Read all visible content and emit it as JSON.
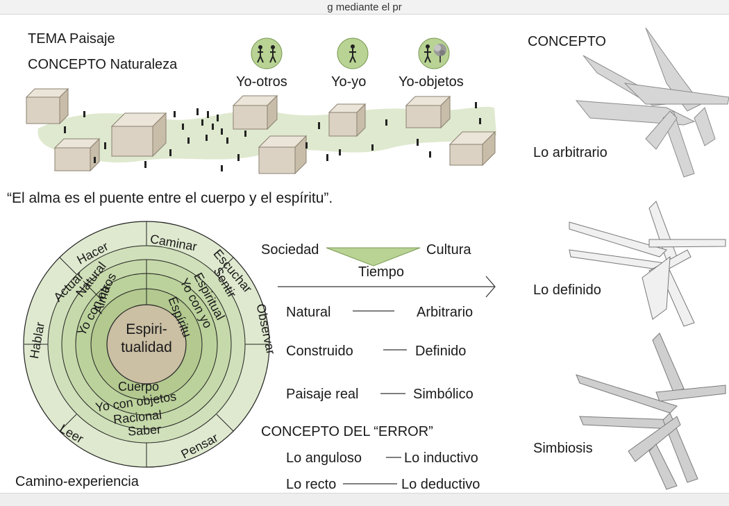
{
  "header": {
    "caption": "g mediante el pr"
  },
  "left_block": {
    "tema": "TEMA Paisaje",
    "concepto": "CONCEPTO Naturaleza",
    "icons": [
      {
        "label": "Yo-otros",
        "icon": "two-people-icon"
      },
      {
        "label": "Yo-yo",
        "icon": "single-person-icon"
      },
      {
        "label": "Yo-objetos",
        "icon": "person-with-tree-icon"
      }
    ]
  },
  "quote": "“El alma es el puente entre el cuerpo y el espíritu”.",
  "wheel": {
    "center_line1": "Espiri-",
    "center_line2": "tualidad",
    "ring1": [
      "Alma",
      "Espíritu",
      "Cuerpo"
    ],
    "ring2": [
      "Yo con otros",
      "Yo con yo",
      "Yo con objetos"
    ],
    "ring3": [
      "Natural",
      "Espiritual",
      "Racional"
    ],
    "ring4": [
      "Actuar",
      "Sentir",
      "Saber"
    ],
    "outer": [
      "Hablar",
      "Hacer",
      "Caminar",
      "Escuchar",
      "Observar",
      "Pensar",
      "Leer"
    ],
    "caption": "Camino-experiencia"
  },
  "middle": {
    "sociedad": "Sociedad",
    "cultura": "Cultura",
    "tiempo": "Tiempo",
    "pairs": [
      {
        "left": "Natural",
        "right": "Arbitrario"
      },
      {
        "left": "Construido",
        "right": "Definido"
      },
      {
        "left": "Paisaje real",
        "right": "Simbólico"
      }
    ],
    "error_title": "CONCEPTO DEL “ERROR”",
    "error_pairs": [
      {
        "left": "Lo anguloso",
        "right": "Lo inductivo"
      },
      {
        "left": "Lo recto",
        "right": "Lo deductivo"
      }
    ]
  },
  "right_column": {
    "title": "CONCEPTO",
    "labels": [
      "Lo arbitrario",
      "Lo definido",
      "Simbiosis"
    ]
  },
  "colors": {
    "green_light": "#dfe9cf",
    "green_mid": "#c9dbb0",
    "green_ring": "#b8cf98",
    "tan_center": "#cbbfa4",
    "box_face": "#dcd2c3"
  }
}
